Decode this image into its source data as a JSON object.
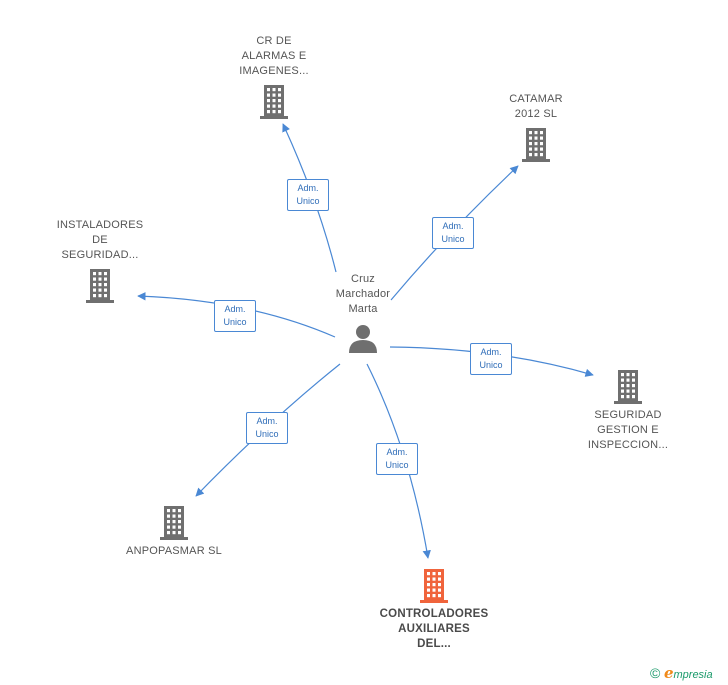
{
  "center": {
    "lines": [
      "Cruz",
      "Marchador",
      "Marta"
    ],
    "icon": "person-icon"
  },
  "companies": [
    {
      "id": "cr",
      "lines": [
        "CR DE",
        "ALARMAS E",
        "IMAGENES..."
      ],
      "icon": "building-icon",
      "color": "#6f6f6f"
    },
    {
      "id": "catamar",
      "lines": [
        "CATAMAR",
        "2012 SL"
      ],
      "icon": "building-icon",
      "color": "#6f6f6f"
    },
    {
      "id": "instaladores",
      "lines": [
        "INSTALADORES",
        "DE",
        "SEGURIDAD..."
      ],
      "icon": "building-icon",
      "color": "#6f6f6f"
    },
    {
      "id": "seguridad",
      "lines": [
        "SEGURIDAD",
        "GESTION E",
        "INSPECCION..."
      ],
      "icon": "building-icon",
      "color": "#6f6f6f"
    },
    {
      "id": "anpopasmar",
      "lines": [
        "ANPOPASMAR SL"
      ],
      "icon": "building-icon",
      "color": "#6f6f6f"
    },
    {
      "id": "controladores",
      "lines": [
        "CONTROLADORES",
        "AUXILIARES",
        "DEL..."
      ],
      "icon": "building-icon",
      "color": "#f0643c",
      "highlight": true
    }
  ],
  "edges": [
    {
      "to": "cr",
      "role": [
        "Adm.",
        "Unico"
      ]
    },
    {
      "to": "catamar",
      "role": [
        "Adm.",
        "Unico"
      ]
    },
    {
      "to": "instaladores",
      "role": [
        "Adm.",
        "Unico"
      ]
    },
    {
      "to": "seguridad",
      "role": [
        "Adm.",
        "Unico"
      ]
    },
    {
      "to": "anpopasmar",
      "role": [
        "Adm.",
        "Unico"
      ]
    },
    {
      "to": "controladores",
      "role": [
        "Adm.",
        "Unico"
      ]
    }
  ],
  "colors": {
    "edge": "#4a88d4",
    "person": "#6f6f6f"
  },
  "footer": {
    "symbol": "©",
    "brand_initial": "e",
    "brand_rest": "mpresia"
  }
}
